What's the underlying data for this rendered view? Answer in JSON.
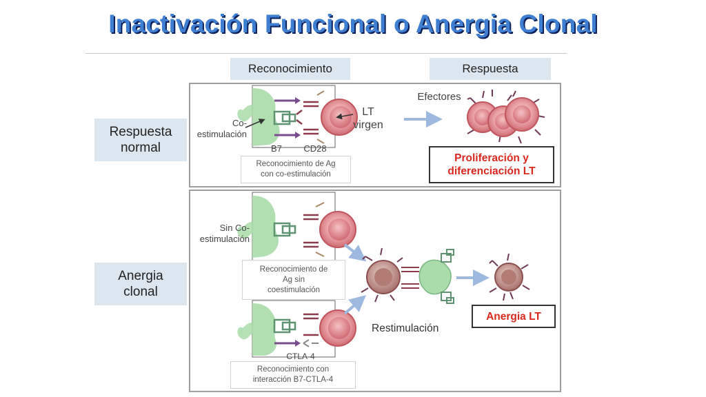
{
  "title": "Inactivación Funcional o Anergia Clonal",
  "headers": {
    "recognition": "Reconocimiento",
    "response": "Respuesta"
  },
  "rows": {
    "normal": "Respuesta\nnormal",
    "anergy": "Anergia\nclonal"
  },
  "normal_panel": {
    "costim_label": "Co-\nestimulación",
    "b7_label": "B7",
    "cd28_label": "CD28",
    "lt_label": "LT\nvirgen",
    "effectors_label": "Efectores",
    "caption": "Reconocimiento de Ag\ncon co-estimulación",
    "outcome": "Proliferación y\ndiferenciación LT"
  },
  "anergy_panel": {
    "no_costim_label": "Sin Co-\nestimulación",
    "caption_top": "Reconocimiento de\nAg sin\ncoestimulación",
    "ctla4_label": "CTLA-4",
    "caption_bottom": "Reconocimiento con\ninteracción B7-CTLA-4",
    "restim_label": "Restimulación",
    "outcome": "Anergia LT"
  },
  "colors": {
    "title": "#3f7fd1",
    "title_shadow": "#0b1f5a",
    "header_bg": "#dbe6ef",
    "apc": "#a9dcaa",
    "t_cell": "#e58a8f",
    "t_cell_anergic": "#c7999a",
    "arrow": "#9db9e0",
    "outcome_text": "#d9281e"
  }
}
